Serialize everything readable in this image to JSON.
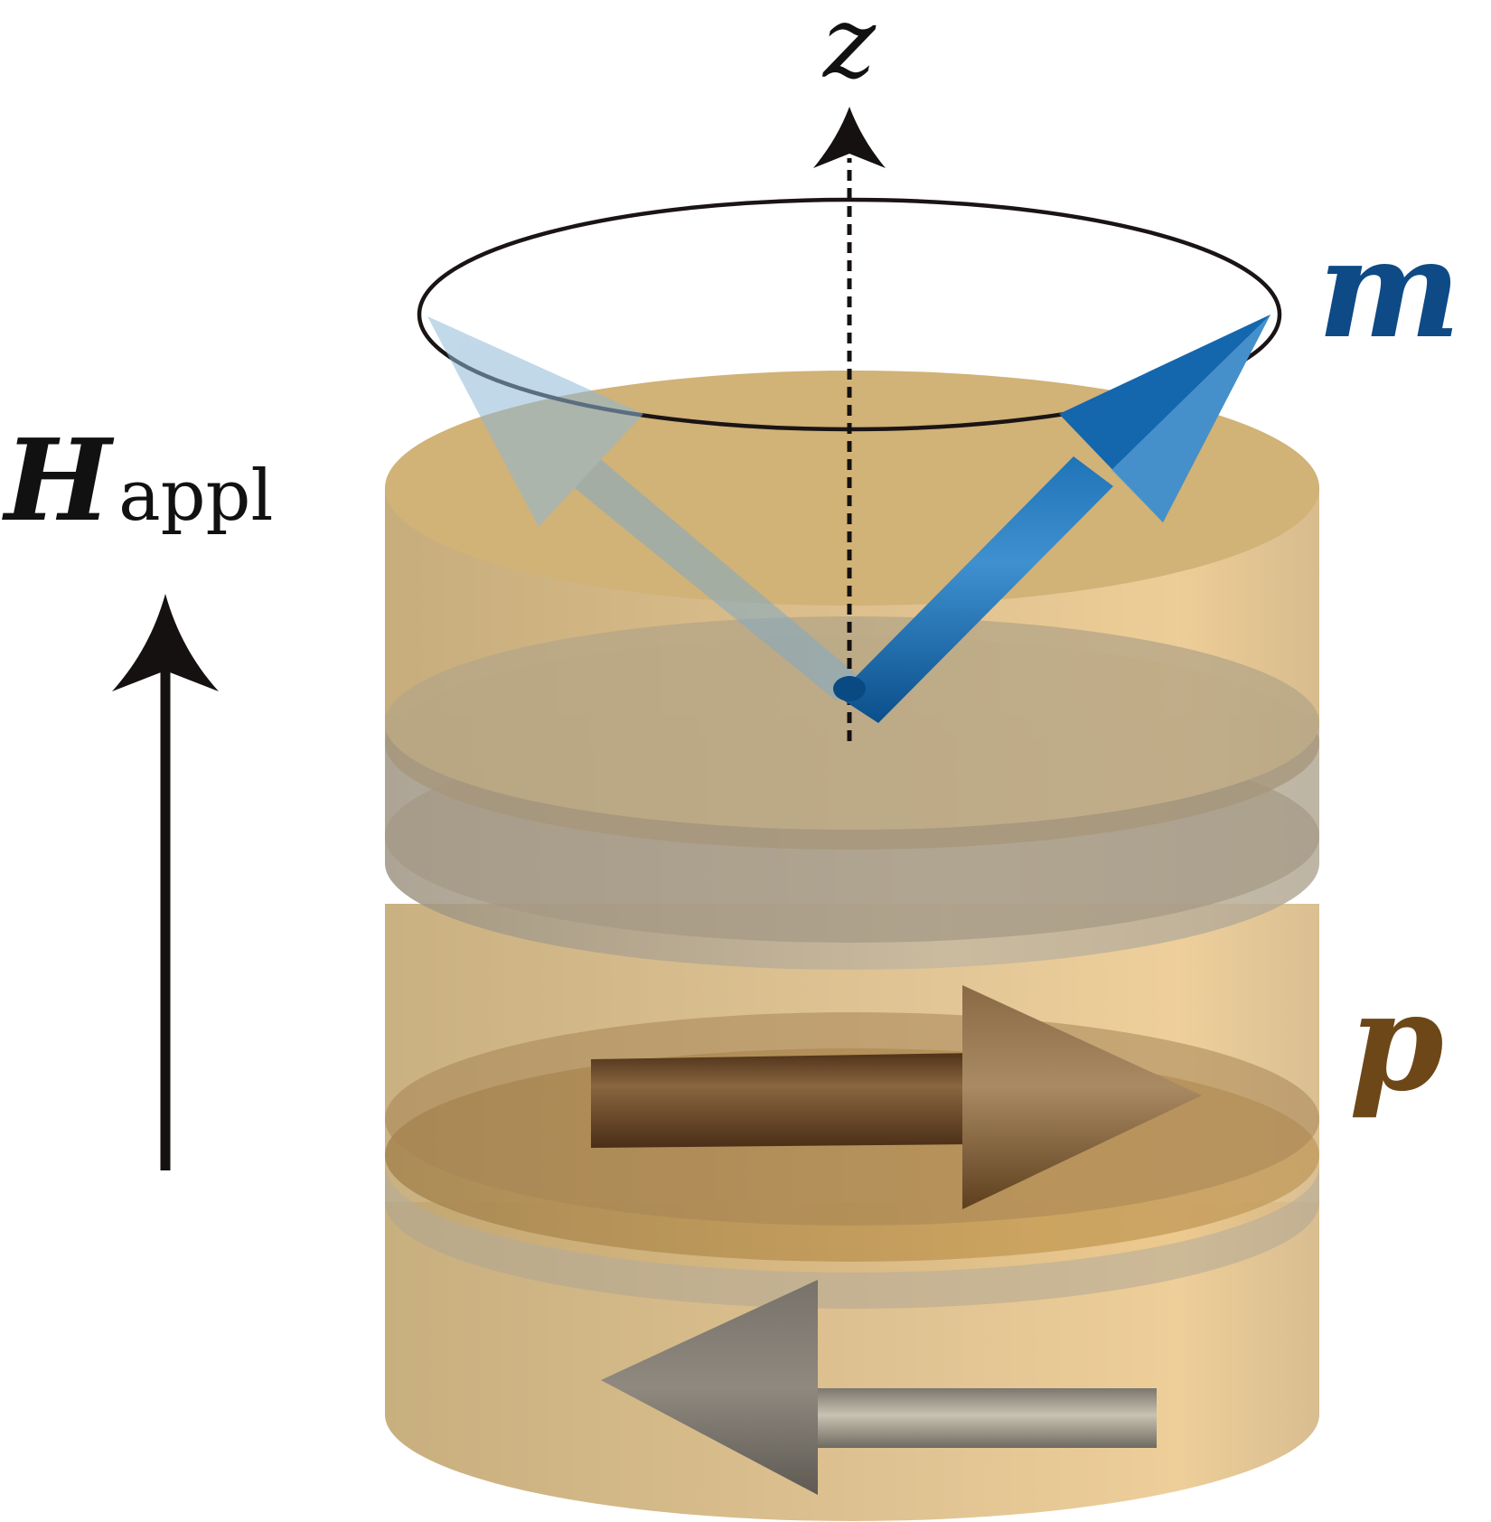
{
  "labels": {
    "z_axis": "z",
    "field_symbol": "H",
    "field_subscript": "appl",
    "free_layer_magnetization": "m",
    "polarizer_magnetization": "p"
  },
  "colors": {
    "background": "#ffffff",
    "cylinder_body": "#d9b77d",
    "cylinder_top": "#d1b277",
    "barrier_gray": "#aaa79a",
    "spacer_orange": "#c49a53",
    "m_vector": "#0d5a9b",
    "m_vector_ghost": "#8fb6cf",
    "p_vector": "#6b4722",
    "bottom_vector": "#8a847a",
    "m_label": "#0e4a86",
    "p_label": "#6e4718",
    "ink": "#111111"
  },
  "icons": {
    "field_arrow": "up-arrow",
    "z_axis_arrow": "dashed-up-arrow",
    "precession_orbit": "ellipse-orbit"
  }
}
